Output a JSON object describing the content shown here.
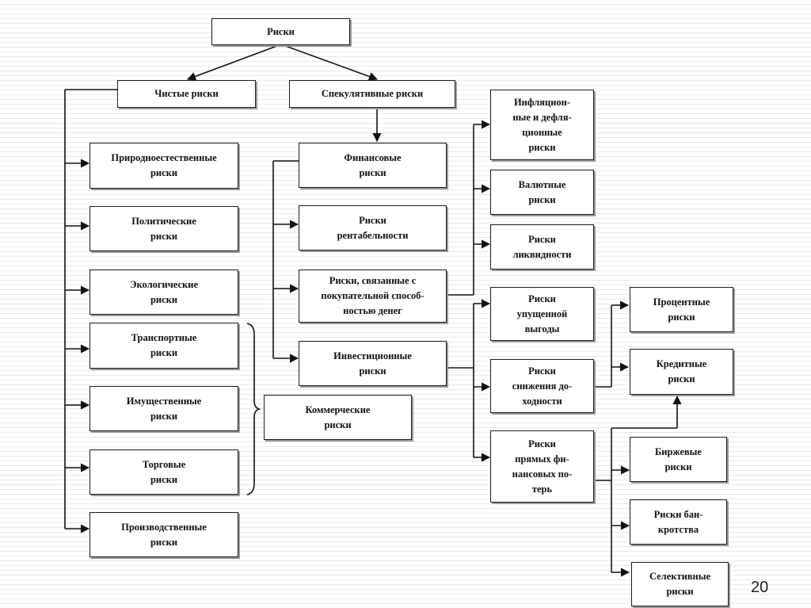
{
  "nodes": {
    "root": "Риски",
    "pure": "Чистые риски",
    "speculative": "Спекулятивные риски",
    "natural": "Природноестественные\nриски",
    "political": "Политические\nриски",
    "ecological": "Экологические\nриски",
    "transport": "Транспортные\nриски",
    "property": "Имущественные\nриски",
    "trade": "Торговые\nриски",
    "production": "Производственные\nриски",
    "commercial": "Коммерческие\nриски",
    "financial": "Финансовые\nриски",
    "profitability": "Риски\nрентабельности",
    "purchasing": "Риски, связанные с\nпокупательной способ-\nностью денег",
    "investment": "Инвестиционные\nриски",
    "inflation": "Инфляцион-\nные и дефля-\nционные\nриски",
    "currency": "Валютные\nриски",
    "liquidity": "Риски\nликвидности",
    "lost_profit": "Риски\nупущенной\nвыгоды",
    "income_decrease": "Риски\nснижения до-\nходности",
    "direct_losses": "Риски\nпрямых фи-\nнансовых по-\nтерь",
    "interest": "Процентные\nриски",
    "credit": "Кредитные\nриски",
    "exchange": "Биржевые\nриски",
    "bankruptcy": "Риски бан-\nкротства",
    "selective": "Селективные\nриски"
  },
  "page_number": "20"
}
